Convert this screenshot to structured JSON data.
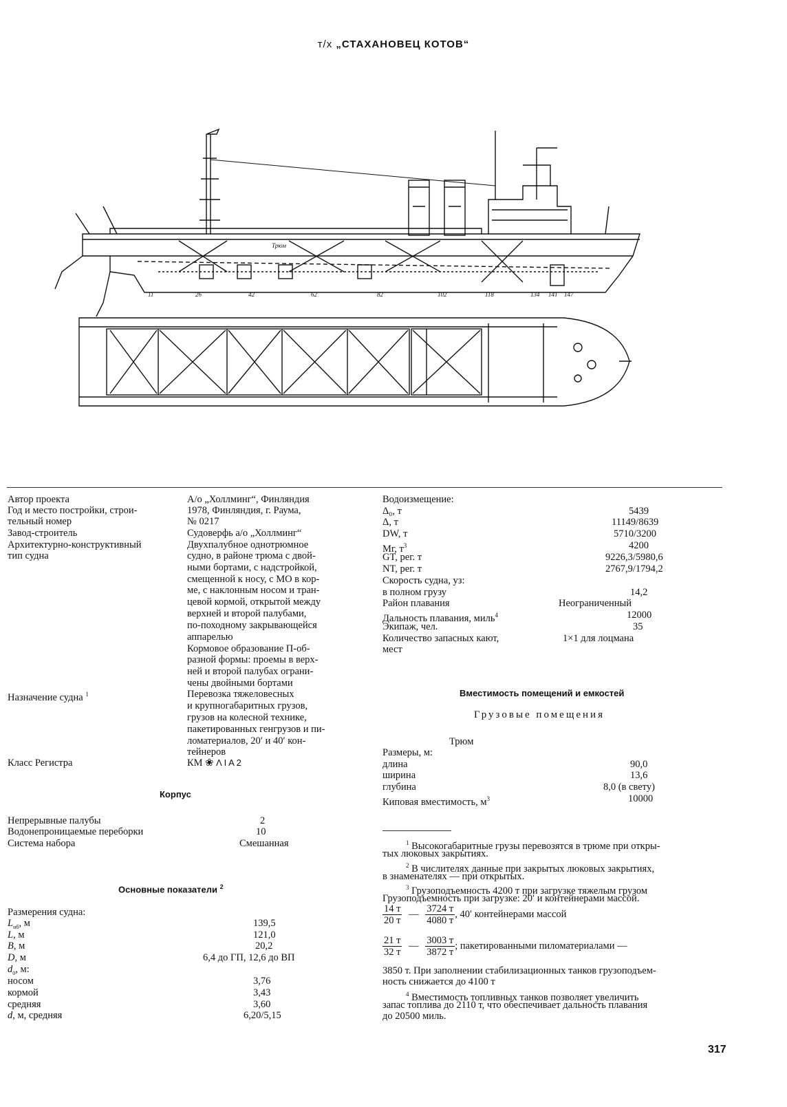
{
  "header": {
    "prefix": "т/х",
    "ship_name": "„СТАХАНОВЕЦ КОТОВ“"
  },
  "drawing": {
    "labels": {
      "hold": "Трюм",
      "frames": [
        "11",
        "26",
        "42",
        "62",
        "82",
        "102",
        "118",
        "134",
        "141",
        "147"
      ]
    }
  },
  "left": {
    "specs": [
      {
        "label": "Автор проекта",
        "value": "А/о „Холлминг“, Финляндия"
      },
      {
        "label": "Год и место постройки, строи-",
        "value": "1978, Финляндия, г. Раума,"
      },
      {
        "label": "тельный номер",
        "value": "№ 0217"
      },
      {
        "label": "Завод-строитель",
        "value": "Судоверфь а/о „Холлминг“"
      },
      {
        "label": "Архитектурно-конструктивный",
        "value": "Двухпалубное однотрюмное"
      },
      {
        "label": "тип судна",
        "value": "судно, в районе трюма с двой-"
      }
    ],
    "type_cont": [
      "ными бортами, с надстройкой,",
      "смещенной к носу, с МО в кор-",
      "ме, с наклонным носом и тран-",
      "цевой кормой, открытой между",
      "верхней и второй палубами,",
      "по-походному закрывающейся",
      "аппарелью",
      "Кормовое образование П-об-",
      "разной формы: проемы в верх-",
      "ней и второй палубах ограни-",
      "чены двойными бортами"
    ],
    "purpose_label": "Назначение судна",
    "purpose_note": "1",
    "purpose_lines": [
      "Перевозка тяжеловесных",
      "и крупногабаритных грузов,",
      "грузов на колесной технике,",
      "пакетированных генгрузов и пи-",
      "ломатериалов, 20′ и 40′ кон-",
      "тейнеров"
    ],
    "class_label": "Класс Регистра",
    "class_value": "КМ",
    "class_symbol": "❀",
    "class_suffix": "Λ I A 2",
    "hull_title": "Корпус",
    "hull": [
      {
        "label": "Непрерывные палубы",
        "value": "2"
      },
      {
        "label": "Водонепроницаемые переборки",
        "value": "10"
      },
      {
        "label": "Система набора",
        "value": "Смешанная"
      }
    ],
    "main_title": "Основные показатели",
    "main_note": "2",
    "dims_title": "Размерения судна:",
    "dims": [
      {
        "label": "L",
        "sub": "нб",
        "unit": ", м",
        "value": "139,5"
      },
      {
        "label": "L",
        "sub": "",
        "unit": ", м",
        "value": "121,0"
      },
      {
        "label": "B",
        "sub": "",
        "unit": ", м",
        "value": "20,2"
      },
      {
        "label": "D",
        "sub": "",
        "unit": ", м",
        "value": "6,4 до ГП, 12,6 до ВП"
      },
      {
        "label": "d",
        "sub": "0",
        "unit": ", м:",
        "value": ""
      },
      {
        "label": "носом",
        "sub": "",
        "unit": "",
        "value": "3,76"
      },
      {
        "label": "кормой",
        "sub": "",
        "unit": "",
        "value": "3,43"
      },
      {
        "label": "средняя",
        "sub": "",
        "unit": "",
        "value": "3,60"
      },
      {
        "label": "d",
        "sub": "",
        "unit": ", м, средняя",
        "value": "6,20/5,15"
      }
    ]
  },
  "right": {
    "disp_title": "Водоизмещение:",
    "disp": [
      {
        "label": "Δ₀, т",
        "sup": "",
        "value": "5439"
      },
      {
        "label": "Δ, т",
        "sup": "",
        "value": "11149/8639"
      },
      {
        "label": "DW, т",
        "sup": "",
        "value": "5710/3200"
      },
      {
        "label": "Mг, т",
        "sup": "3",
        "value": "4200"
      },
      {
        "label": "GT, рег. т",
        "sup": "",
        "value": "9226,3/5980,6"
      },
      {
        "label": "NT, рег. т",
        "sup": "",
        "value": "2767,9/1794,2"
      }
    ],
    "speed_title": "Скорость судна, уз:",
    "speed_label": "в полном грузу",
    "speed_value": "14,2",
    "area_label": "Район плавания",
    "area_value": "Неограниченный",
    "range_label": "Дальность плавания, миль",
    "range_note": "4",
    "range_value": "12000",
    "crew_label": "Экипаж, чел.",
    "crew_value": "35",
    "cabins_label_1": "Количество запасных кают,",
    "cabins_label_2": "мест",
    "cabins_value": "1×1 для лоцмана",
    "cap_title": "Вместимость помещений и емкостей",
    "cargo_title": "Грузовые помещения",
    "hold_title": "Трюм",
    "hold_dims_title": "Размеры, м:",
    "hold_dims": [
      {
        "label": "длина",
        "value": "90,0"
      },
      {
        "label": "ширина",
        "value": "13,6"
      },
      {
        "label": "глубина",
        "value": "8,0 (в свету)"
      }
    ],
    "keel_label": "Киповая вместимость, м",
    "keel_sup": "3",
    "keel_value": "10000",
    "footnotes": {
      "f1": "Высокогабаритные грузы перевозятся в трюме при откры-",
      "f1b": "тых люковых закрытиях.",
      "f2": "В числителях данные при закрытых люковых закрытиях,",
      "f2b": "в знаменателях — при открытых.",
      "f3": "Грузоподъемность 4200 т при загрузке тяжелым грузом",
      "f3b": "Грузоподъемность при загрузке: 20′ и контейнерами массой.",
      "fr1": {
        "a_n": "14 т",
        "a_d": "20 т",
        "dash": "—",
        "b_n": "3724 т",
        "b_d": "4080 т",
        "tail": ", 40′ контейнерами массой"
      },
      "fr2": {
        "a_n": "21 т",
        "a_d": "32 т",
        "dash": "—",
        "b_n": "3003 т",
        "b_d": "3872 т",
        "tail": "; пакетированными пиломатериалами —"
      },
      "f3c": "3850 т. При заполнении стабилизационных танков грузоподъем-",
      "f3d": "ность снижается до 4100 т",
      "f4": "Вместимость топливных танков позволяет увеличить",
      "f4b": "запас топлива до 2110 т, что обеспечивает дальность плавания",
      "f4c": "до 20500 миль."
    },
    "fn_marks": [
      "1",
      "2",
      "3",
      "4"
    ]
  },
  "page_number": "317"
}
